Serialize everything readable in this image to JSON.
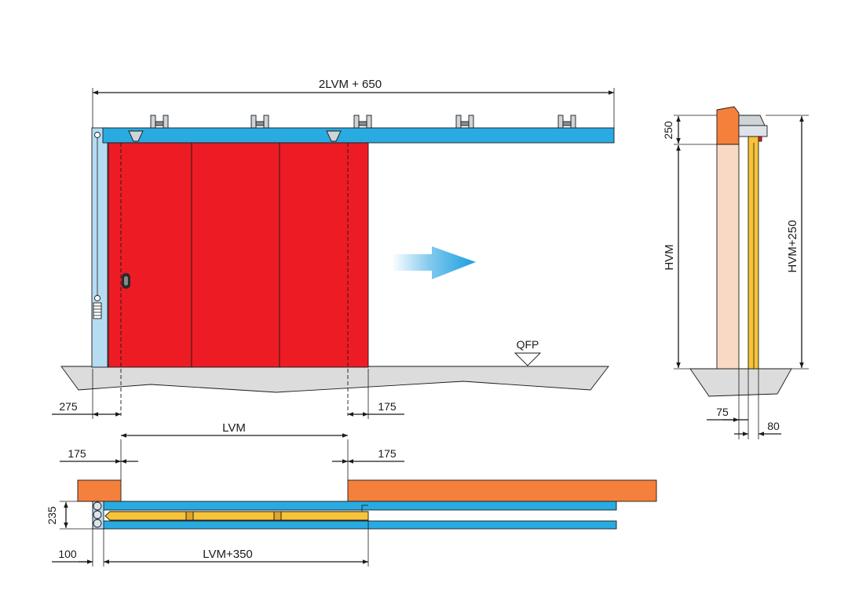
{
  "colors": {
    "rail_blue": "#29abe2",
    "door_red": "#ed1c24",
    "wall_orange": "#f5803c",
    "wall_peach": "#f9d9c4",
    "panel_yellow": "#f7c33a",
    "floor_grey": "#dcdcdc",
    "post_lightblue": "#b6dcf2",
    "arrow_blue": "#1a9ee0"
  },
  "front_view": {
    "top_dimension": "2LVM + 650",
    "floor_label": "QFP",
    "dim_left_offset": "275",
    "dim_right_offset": "175",
    "dim_opening": "LVM"
  },
  "plan_view": {
    "dim_left_overlap": "175",
    "dim_right_overlap": "175",
    "dim_depth": "235",
    "dim_post": "100",
    "dim_total": "LVM+350"
  },
  "section_view": {
    "dim_header": "250",
    "dim_height": "HVM",
    "dim_total_height": "HVM+250",
    "dim_wall_gap": "75",
    "dim_panel": "80"
  }
}
